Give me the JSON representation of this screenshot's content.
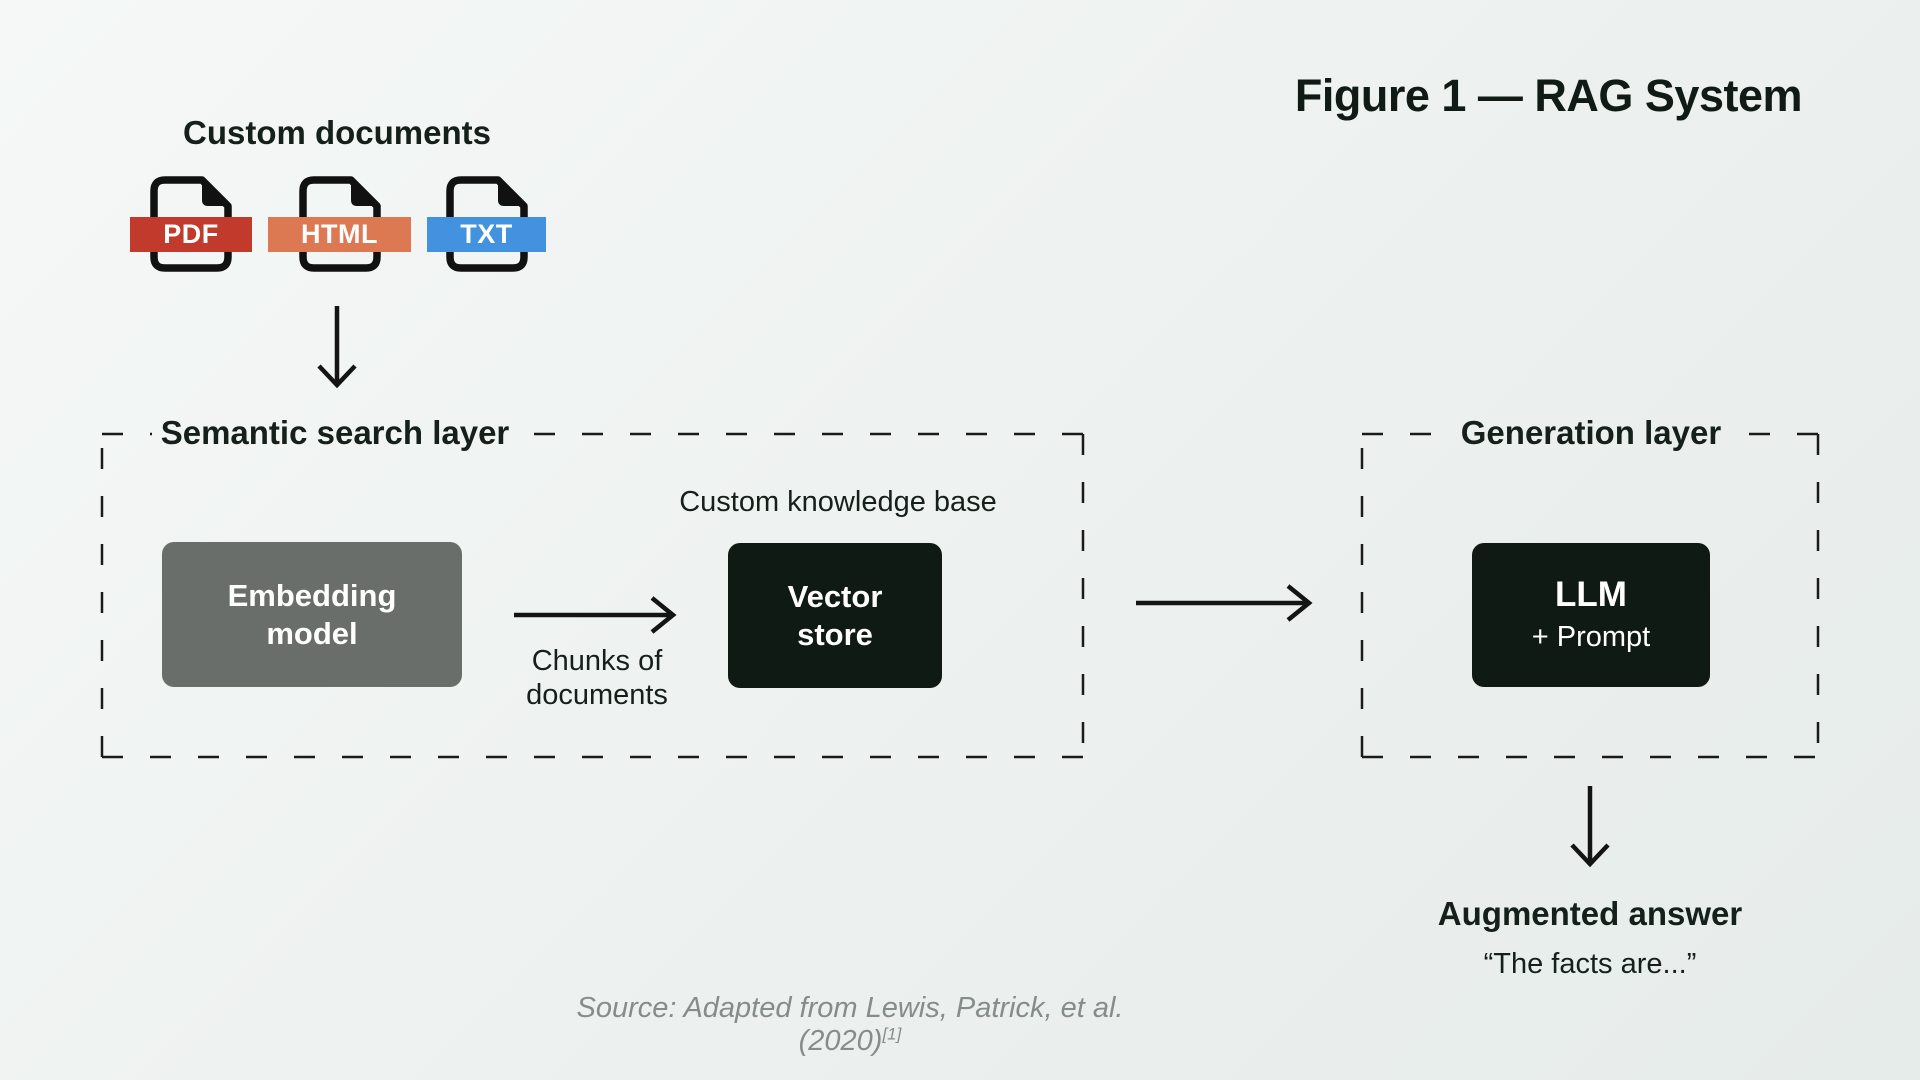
{
  "figure": {
    "title": "Figure 1 — RAG System"
  },
  "colors": {
    "background_start": "#f5f8f7",
    "background_end": "#e6ecea",
    "text_dark": "#15201b",
    "embedding_box": "#696e6a",
    "dark_box": "#0f1a15",
    "line_black": "#1a1a1a",
    "source_gray": "#858d8a"
  },
  "documents": {
    "heading": "Custom documents",
    "files": [
      {
        "label": "PDF",
        "color": "#c13a2b"
      },
      {
        "label": "HTML",
        "color": "#dc7852"
      },
      {
        "label": "TXT",
        "color": "#4392df"
      }
    ]
  },
  "semantic_layer": {
    "title": "Semantic search layer",
    "embedding_box_label": "Embedding model",
    "chunks_caption": "Chunks of documents",
    "knowledge_base_caption": "Custom knowledge base",
    "vector_box_label": "Vector store"
  },
  "generation_layer": {
    "title": "Generation layer",
    "llm_box_title": "LLM",
    "llm_box_subtitle": "+ Prompt"
  },
  "output": {
    "heading": "Augmented answer",
    "quote": "“The facts are...”"
  },
  "source": {
    "text": "Source: Adapted from Lewis, Patrick, et al. (2020)",
    "ref": "[1]"
  }
}
